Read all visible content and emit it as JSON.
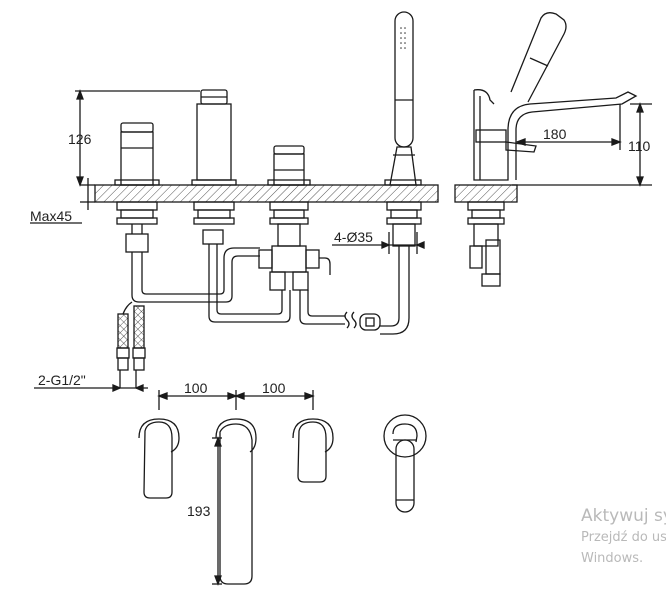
{
  "dimensions": {
    "height_spout": "126",
    "deck_max": "Max45",
    "holes": "4-Ø35",
    "connection": "2-G1/2\"",
    "spacing_left": "100",
    "spacing_right": "100",
    "spout_length": "193",
    "reach": "180",
    "side_height": "110"
  },
  "watermark": {
    "line1": "Aktywuj sy",
    "line2": "Przejdź do us",
    "line3": "Windows."
  }
}
